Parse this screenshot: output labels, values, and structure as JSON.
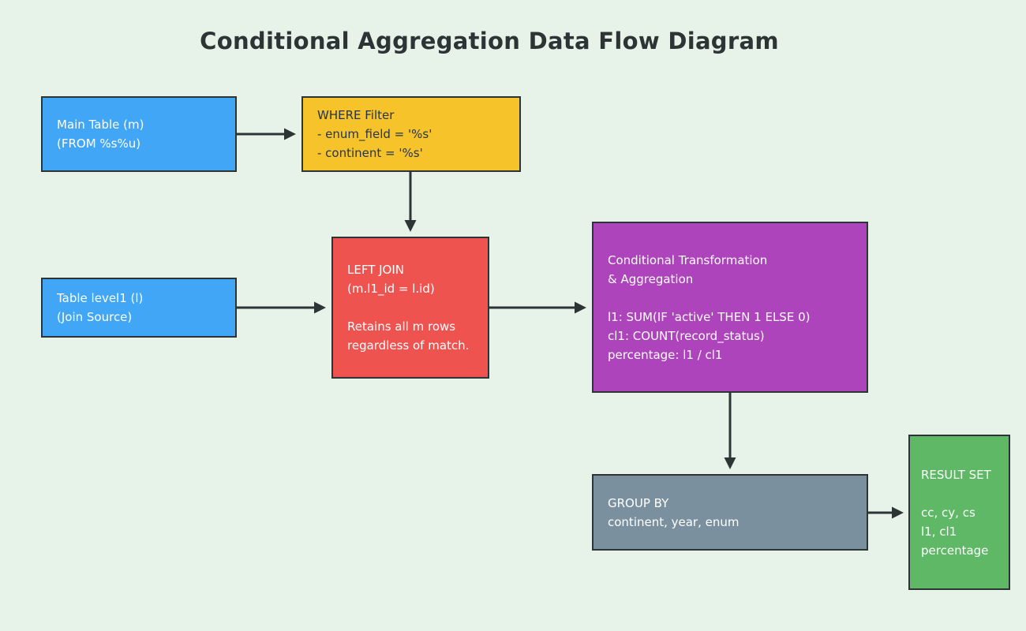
{
  "title": "Conditional Aggregation Data Flow Diagram",
  "colors": {
    "background": "#e7f3e8",
    "node_blue": "#41a6f6",
    "node_yellow": "#f7c32b",
    "node_red": "#ee5350",
    "node_purple": "#ae44bb",
    "node_slate": "#7b909e",
    "node_green": "#5eb866",
    "stroke": "#2d3436"
  },
  "nodes": {
    "main_table": {
      "text": "Main Table (m)\n(FROM %s%u)"
    },
    "where_filter": {
      "text": "WHERE Filter\n- enum_field = '%s'\n- continent = '%s'"
    },
    "table_level1": {
      "text": "Table level1 (l)\n(Join Source)"
    },
    "left_join": {
      "text": "LEFT JOIN\n(m.l1_id = l.id)\n\nRetains all m rows\nregardless of match."
    },
    "transformation": {
      "text": "Conditional Transformation\n& Aggregation\n\nl1: SUM(IF 'active' THEN 1 ELSE 0)\ncl1: COUNT(record_status)\npercentage: l1 / cl1"
    },
    "group_by": {
      "text": "GROUP BY\ncontinent, year, enum"
    },
    "result_set": {
      "text": "RESULT SET\n\ncc, cy, cs\nl1, cl1\npercentage"
    }
  }
}
